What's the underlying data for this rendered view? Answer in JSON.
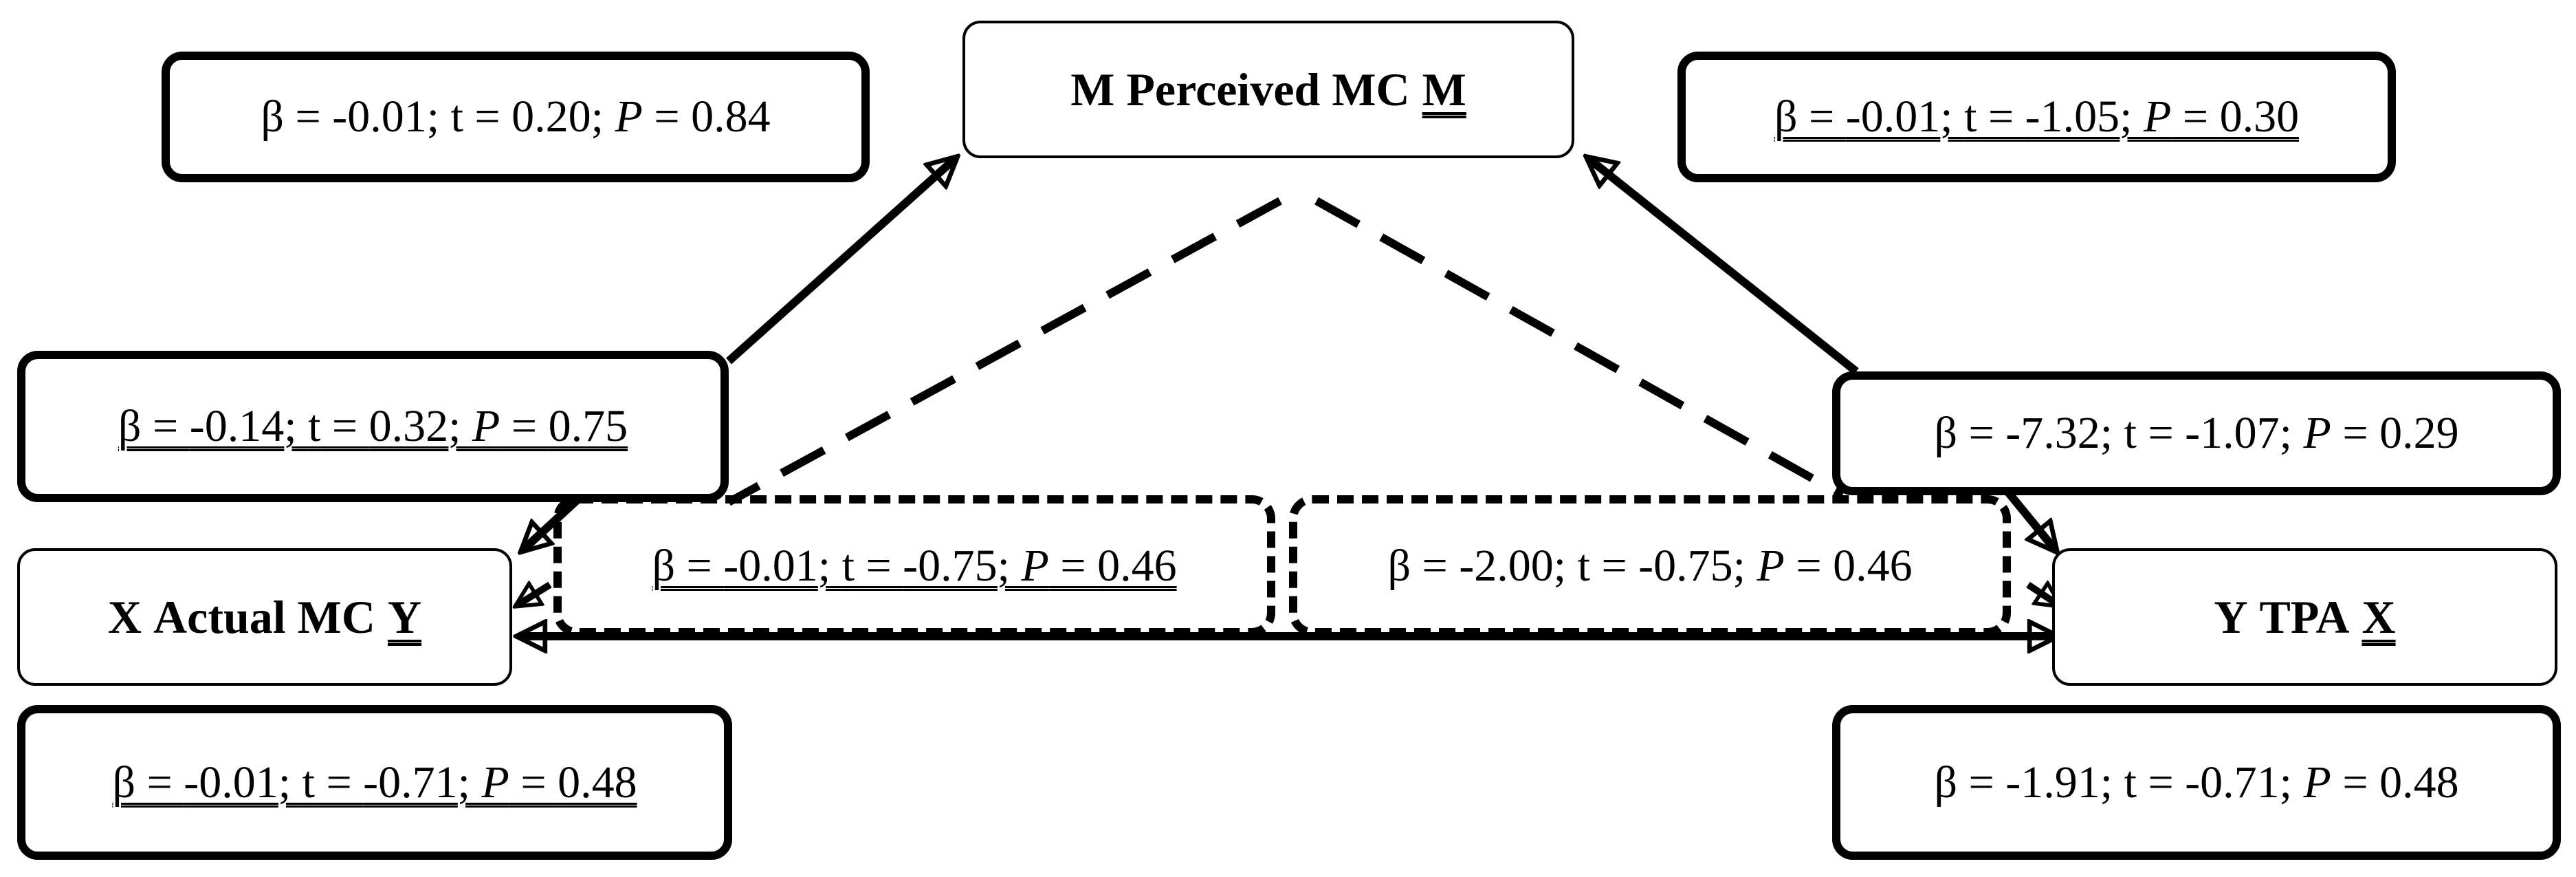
{
  "nodes": {
    "m": {
      "prefix": "M",
      "label": "Perceived MC",
      "mark": "M"
    },
    "x": {
      "prefix": "X",
      "label": "Actual MC",
      "mark": "Y"
    },
    "y": {
      "prefix": "Y",
      "label": "TPA",
      "mark": "X"
    }
  },
  "stats": {
    "xm_path": {
      "beta": "-0.01",
      "t": "0.20",
      "p": "0.84",
      "underlined": false
    },
    "ym_path": {
      "beta": "-0.01",
      "t": "-1.05",
      "p": "0.30",
      "underlined": true
    },
    "mx_path": {
      "beta": "-0.14",
      "t": "0.32",
      "p": "0.75",
      "underlined": true
    },
    "my_path": {
      "beta": "-7.32",
      "t": "-1.07",
      "p": "0.29",
      "underlined": false
    },
    "indirect_left": {
      "beta": "-0.01",
      "t": "-0.75",
      "p": "0.46",
      "underlined": true
    },
    "indirect_right": {
      "beta": "-2.00",
      "t": "-0.75",
      "p": "0.46",
      "underlined": false
    },
    "direct_x": {
      "beta": "-0.01",
      "t": "-0.71",
      "p": "0.48",
      "underlined": true
    },
    "direct_y": {
      "beta": "-1.91",
      "t": "-0.71",
      "p": "0.48",
      "underlined": false
    }
  },
  "symbols": {
    "beta": "β",
    "t": "t",
    "p": "P",
    "eq": " = ",
    "sep": "; "
  }
}
